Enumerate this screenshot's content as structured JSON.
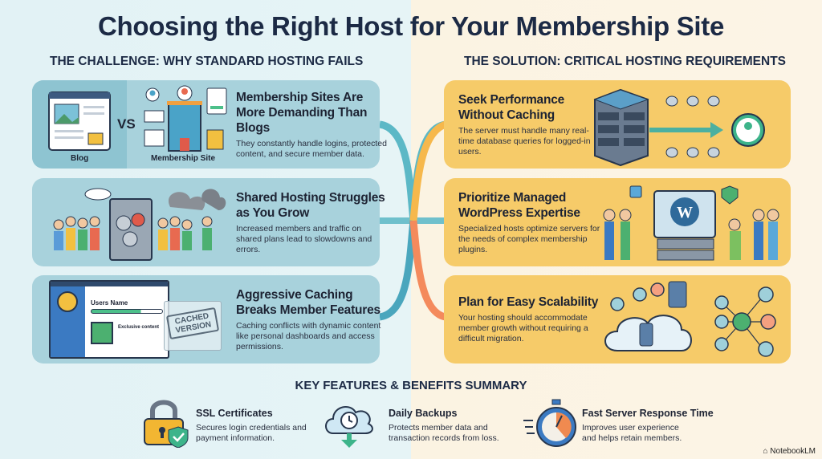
{
  "title": "Choosing the Right Host for Your Membership Site",
  "challenge": {
    "heading": "THE CHALLENGE: WHY STANDARD HOSTING FAILS",
    "cards": [
      {
        "title": "Membership Sites Are More Demanding Than Blogs",
        "text": "They constantly handle logins, protected content, and secure member data.",
        "labels": {
          "blog": "Blog",
          "vs": "VS",
          "site": "Membership Site"
        }
      },
      {
        "title": "Shared Hosting Struggles as You Grow",
        "text": "Increased members and traffic on shared plans lead to slowdowns and errors."
      },
      {
        "title": "Aggressive Caching Breaks Member Features",
        "text": "Caching conflicts with dynamic content like personal dashboards and access permissions.",
        "labels": {
          "user": "Users Name",
          "exclusive": "Exclusive content",
          "stamp": "CACHED VERSION"
        }
      }
    ]
  },
  "solution": {
    "heading": "THE SOLUTION: CRITICAL HOSTING REQUIREMENTS",
    "cards": [
      {
        "title": "Seek Performance Without Caching",
        "text": "The server must handle many real-time database queries for logged-in users."
      },
      {
        "title": "Prioritize Managed WordPress Expertise",
        "text": "Specialized hosts optimize servers for the needs of complex membership plugins."
      },
      {
        "title": "Plan for Easy Scalability",
        "text": "Your hosting should accommodate member growth without requiring a difficult migration."
      }
    ]
  },
  "summary": {
    "heading": "KEY FEATURES & BENEFITS SUMMARY",
    "items": [
      {
        "title": "SSL Certificates",
        "text": "Secures login credentials and payment information.",
        "icon": "lock-shield-icon"
      },
      {
        "title": "Daily Backups",
        "text": "Protects member data and transaction records from loss.",
        "icon": "cloud-backup-icon"
      },
      {
        "title": "Fast Server Response Time",
        "text": "Improves user experience and helps retain members.",
        "icon": "stopwatch-icon"
      }
    ]
  },
  "brand": "NotebookLM",
  "colors": {
    "title": "#1c2a45",
    "challenge_card": "#a8d2dc",
    "solution_card": "#f6cb69",
    "connector_teal": "#4fb3c4",
    "connector_orange": "#f48a5c"
  }
}
